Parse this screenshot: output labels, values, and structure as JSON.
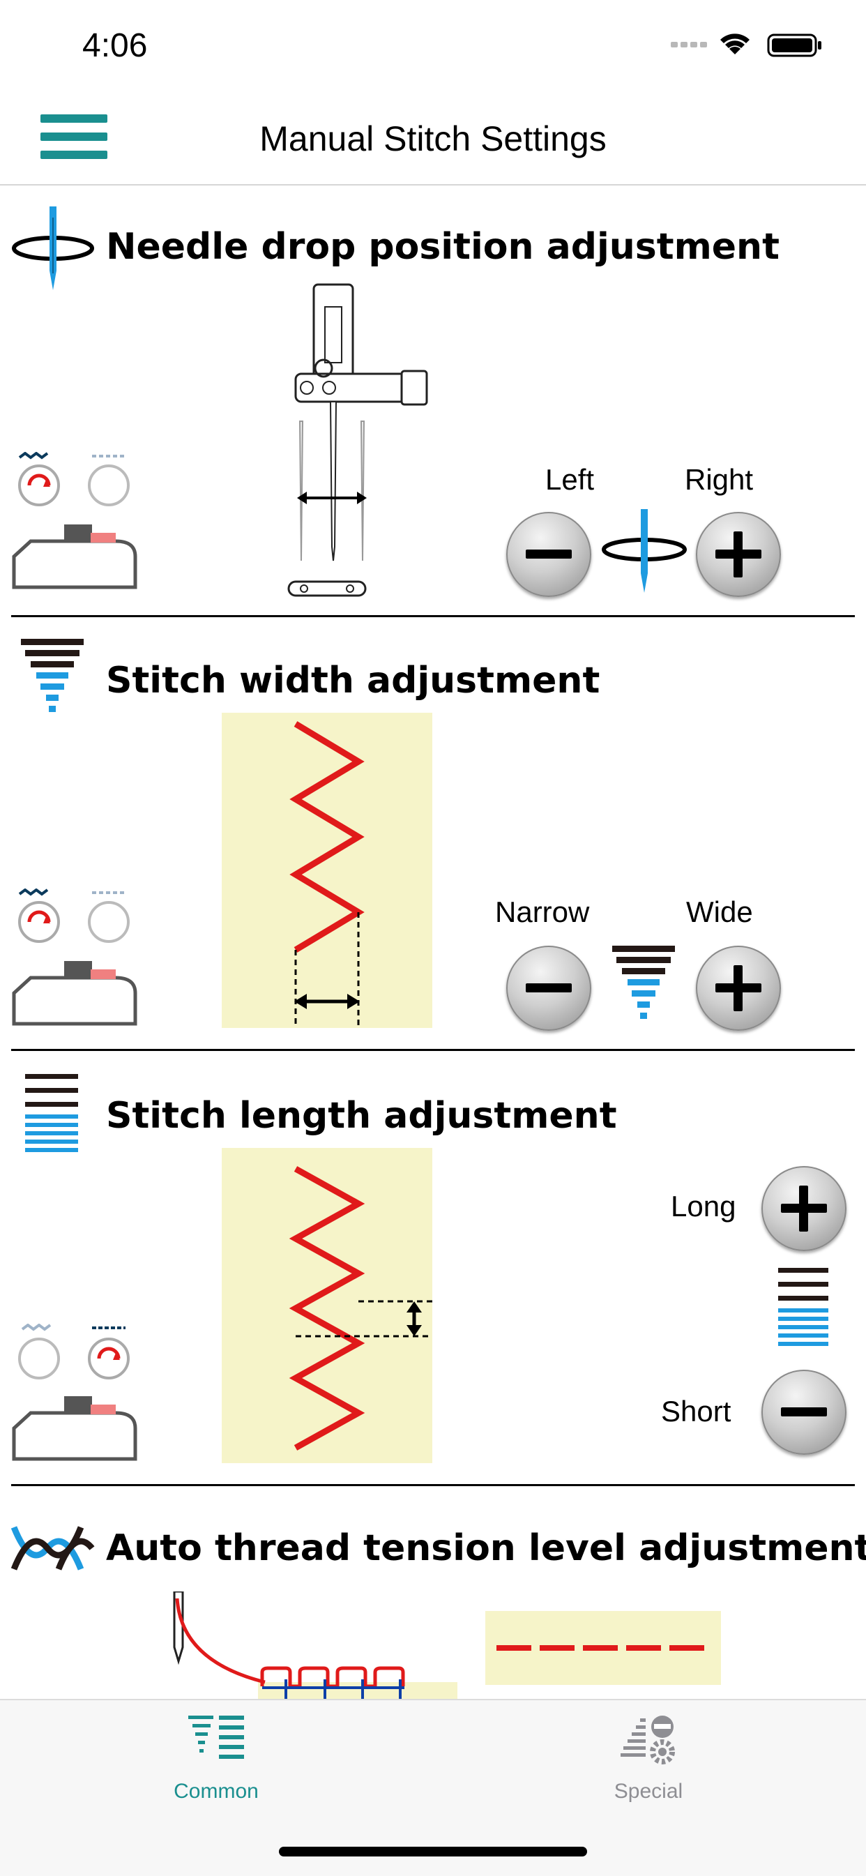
{
  "status_bar": {
    "time": "4:06"
  },
  "nav": {
    "title": "Manual Stitch Settings"
  },
  "sections": {
    "needle": {
      "title": "Needle drop position adjustment",
      "minus_label": "Left",
      "plus_label": "Right"
    },
    "width": {
      "title": "Stitch width adjustment",
      "minus_label": "Narrow",
      "plus_label": "Wide"
    },
    "length": {
      "title": "Stitch length adjustment",
      "plus_label": "Long",
      "minus_label": "Short"
    },
    "tension": {
      "title": "Auto thread tension level adjustment"
    }
  },
  "tabs": [
    {
      "label": "Common",
      "icon": "common-stitch-icon",
      "selected": true
    },
    {
      "label": "Special",
      "icon": "special-settings-icon",
      "selected": false
    }
  ],
  "colors": {
    "accent": "#1a8f8f",
    "stitch_red": "#e01a1a",
    "icon_blue": "#1e9be0",
    "fabric": "#f6f4c9",
    "tab_inactive": "#8e8e93"
  }
}
